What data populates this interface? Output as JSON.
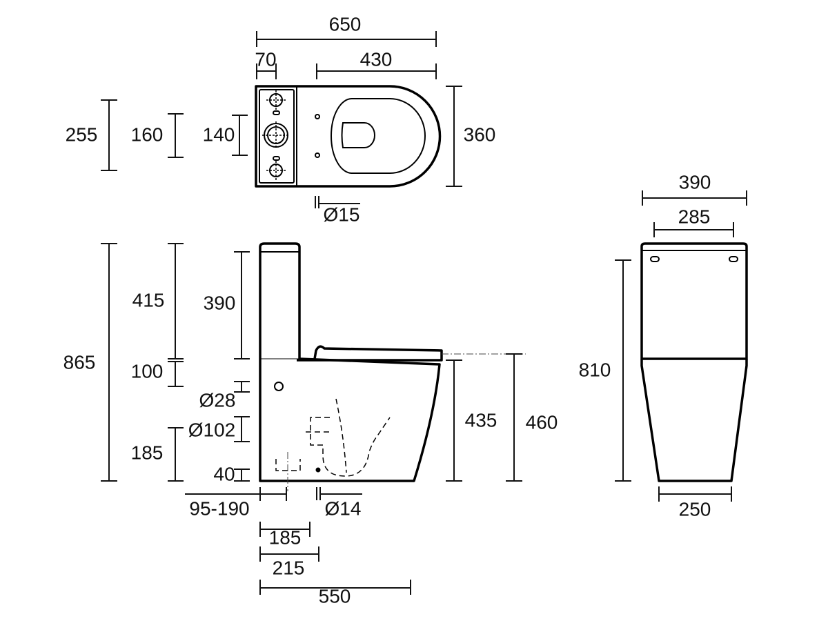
{
  "title": "Close-coupled toilet technical drawing",
  "top_view": {
    "overall_length": "650",
    "tank_depth": "70",
    "bowl_length": "430",
    "left_outer": "255",
    "left_mid": "160",
    "left_inner": "140",
    "width": "360",
    "hole_dia": "Ø15"
  },
  "side_view": {
    "overall_height": "865",
    "tank_height": "415",
    "tank_inner": "390",
    "gap": "100",
    "inlet_dia": "Ø28",
    "outlet_dia": "Ø102",
    "outlet_height": "185",
    "base_offset": "40",
    "pan_height": "435",
    "seat_height": "460",
    "setout": "95-190",
    "fix_dia": "Ø14",
    "dim_185": "185",
    "dim_215": "215",
    "depth": "550"
  },
  "front_view": {
    "tank_width": "390",
    "cap_width": "285",
    "height": "810",
    "base_width": "250"
  }
}
